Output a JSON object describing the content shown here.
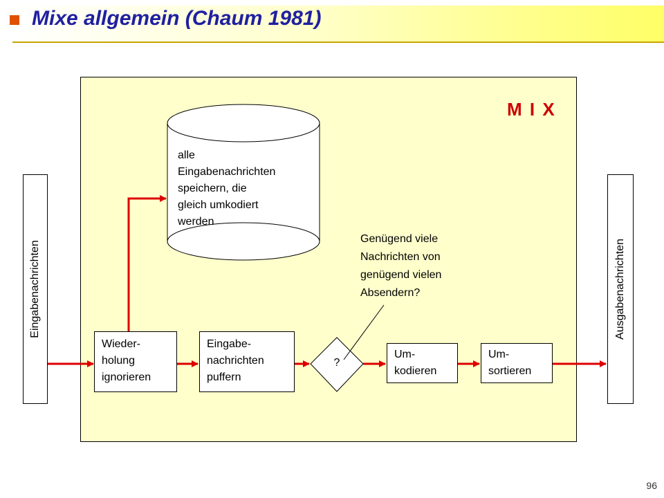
{
  "title": "Mixe allgemein (Chaum 1981)",
  "mix_label": "M I X",
  "input_label": "Eingabenachrichten",
  "output_label": "Ausgabenachrichten",
  "storage": {
    "lines": [
      "alle",
      "Eingabenachrichten",
      "speichern, die",
      "gleich umkodiert",
      "werden"
    ]
  },
  "steps": {
    "replay": [
      "Wieder-",
      "holung",
      "ignorieren"
    ],
    "buffer": [
      "Eingabe-",
      "nachrichten",
      "puffern"
    ],
    "decision": "?",
    "recode": [
      "Um-",
      "kodieren"
    ],
    "resort": [
      "Um-",
      "sortieren"
    ]
  },
  "question": [
    "Genügend viele",
    "Nachrichten von",
    "genügend vielen",
    "Absendern?"
  ],
  "page_number": "96",
  "colors": {
    "arrow": "#dd0000",
    "mix_fill": "#ffffcc",
    "title_text": "#2020a0",
    "mix_label": "#cc0000",
    "bullet": "#e05000"
  }
}
